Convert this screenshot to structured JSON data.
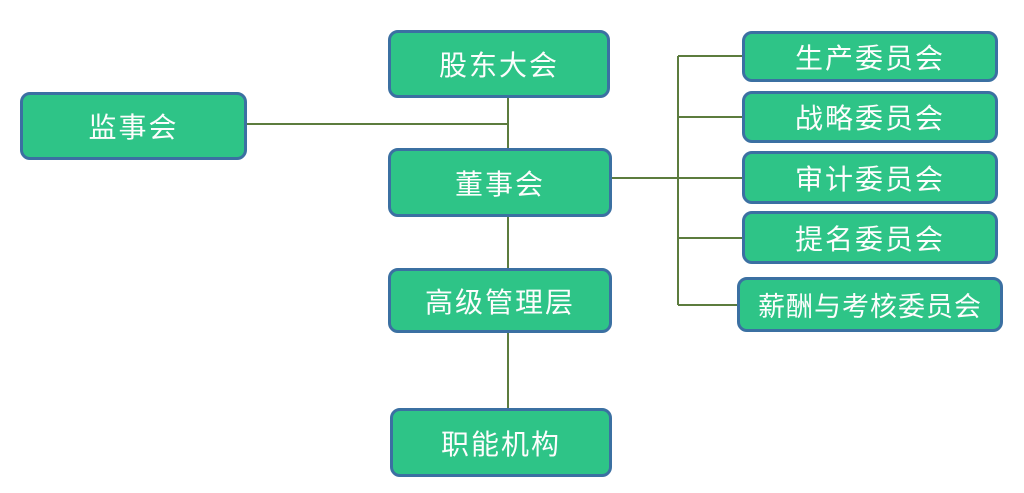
{
  "diagram": {
    "type": "org-chart",
    "background_color": "#ffffff",
    "node_fill_color": "#2ec487",
    "node_border_color": "#3b70a2",
    "node_text_color": "#fdfdfd",
    "connector_color": "#5c7c3e"
  },
  "nodes": {
    "shareholders": {
      "label": "股东大会"
    },
    "supervisory": {
      "label": "监事会"
    },
    "board": {
      "label": "董事会"
    },
    "senior_management": {
      "label": "高级管理层"
    },
    "functional": {
      "label": "职能机构"
    },
    "committees": [
      {
        "label": "生产委员会"
      },
      {
        "label": "战略委员会"
      },
      {
        "label": "审计委员会"
      },
      {
        "label": "提名委员会"
      },
      {
        "label": "薪酬与考核委员会"
      }
    ]
  },
  "edges": [
    {
      "from": "股东大会",
      "to": "董事会"
    },
    {
      "from": "监事会",
      "to": "董事会"
    },
    {
      "from": "董事会",
      "to": "高级管理层"
    },
    {
      "from": "高级管理层",
      "to": "职能机构"
    },
    {
      "from": "董事会",
      "to": "生产委员会"
    },
    {
      "from": "董事会",
      "to": "战略委员会"
    },
    {
      "from": "董事会",
      "to": "审计委员会"
    },
    {
      "from": "董事会",
      "to": "提名委员会"
    },
    {
      "from": "董事会",
      "to": "薪酬与考核委员会"
    }
  ]
}
